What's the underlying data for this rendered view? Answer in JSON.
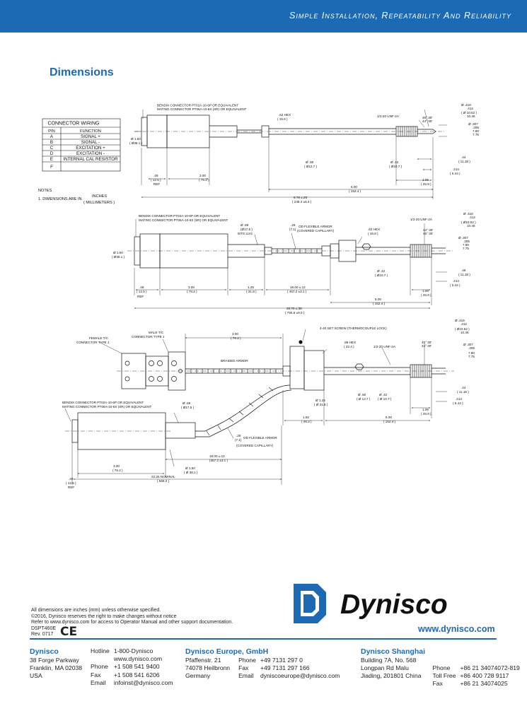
{
  "header": {
    "tagline": "Simple Installation, Repeatability And Reliability"
  },
  "title": "Dimensions",
  "wiring": {
    "title": "CONNECTOR WIRING",
    "col_pin": "PIN",
    "col_function": "FUNCTION",
    "rows": [
      [
        "A",
        "SIGNAL +"
      ],
      [
        "B",
        "SIGNAL -"
      ],
      [
        "C",
        "EXCITATION +"
      ],
      [
        "D",
        "EXCITATION -"
      ],
      [
        "E",
        "INTERNAL CAL RESISTOR"
      ],
      [
        "F",
        ""
      ]
    ]
  },
  "diagram_notes": {
    "heading": "NOTES",
    "line": "1. DIMENSIONS ARE IN",
    "unit_top": "INCHES",
    "unit_bottom": "( MILLIMETERS )"
  },
  "d1": {
    "connector": "BENDIX CONNECTOR  PT02A-10-6P OR EQUIVALENT",
    "mating": "MATING CONNECTOR  PT06A-10-6S (SR) OR EQUIVALENT",
    "hex": ".62 HEX",
    "hex_mm": "( 15.6 )",
    "thread": "1/2-20 UNF-2A",
    "angle1": "45° 30'",
    "angle2": "44° 30'",
    "tipdia": "Ø .416",
    "tipdia2": ".412",
    "tipdia_mm": "( Ø 10.52 )",
    "tipdia_mm2": "10.46",
    "tipdia3": "Ø .307",
    "tipdia3b": ".305",
    "tipdia3_mm": "7.80",
    "tipdia3_mm2": "7.75",
    "body": "Ø 1.50",
    "body_mm": "( Ø38.1 )",
    "stem": "Ø .50",
    "stem_mm": "( Ø12.7 )",
    "stem2": "Ø .42",
    "stem2_mm": "( Ø10.7 )",
    "d44": ".44",
    "d44_mm": "( 11.18 )",
    "d214": ".214",
    "d214_mm": "( 5.44 )",
    "d106": "1.06",
    "d106_mm": "( 26.9 )",
    "d600": "6.00",
    "d600_mm": "( 152.4 )",
    "d978": "9.78 ±.25",
    "d978_mm": "( 248.4 ±6.4 )",
    "d300": "3.00",
    "d300_mm": "( 76.2 )",
    "d49": ".49",
    "d49_mm": "( 12.5 )",
    "ref": "REF"
  },
  "d2": {
    "connector": "BENDIX CONNECTOR  PT02A-10-6P OR EQUIVALENT",
    "mating": "MATING CONNECTOR  PT06A-10-6S (SR) OR EQUIVALENT",
    "lug": "Ø .69",
    "lug_mm": "(Ø17.5 )",
    "lug_label": "MTG LUG",
    "armor_d": ".28",
    "armor_mm": "(7.1)",
    "armor": "OD FLEXIBLE ARMOR",
    "capillary": "(COVERED CAPILLARY)",
    "hex": ".62 HEX",
    "hex_mm": "( 15.8 )",
    "thread": "1/2-20 UNF-2A",
    "angle1": "44° 30'",
    "angle2": "45° 30'",
    "tipdia": "Ø .416",
    "tipdia2": ".412",
    "tipdia_mm": "( Ø10.52 )",
    "tipdia_mm2": "10.46",
    "tipdia3": "Ø .307",
    "tipdia3b": ".305",
    "tipdia3_mm": "7.80",
    "tipdia3_mm2": "7.75",
    "body": "Ø 1.50",
    "body_mm": "( Ø38.1 )",
    "stem": "Ø .42",
    "stem_mm": "( Ø10.7 )",
    "d46": ".46",
    "d46_mm": "( 11.18 )",
    "d214": ".214",
    "d214_mm": "( 5.44 )",
    "d106": "1.06",
    "d106_mm": "( 26.9 )",
    "d600": "6.00",
    "d600_mm": "( 152.4 )",
    "d1800": "18.00 ±.12",
    "d1800_mm": "( 457.2 ±3.1 )",
    "d125": "1.25",
    "d125_mm": "( 31.8 )",
    "d2975": "29.75 ±.38",
    "d2975_mm": "( 755.6 ±9.0 )",
    "d300": "3.00",
    "d300_mm": "( 76.2 )",
    "d49": ".49",
    "d49_mm": "( 12.5 )",
    "ref": "REF"
  },
  "d3": {
    "female": "FEMALE T/C",
    "female2": "CONNECTOR TYPE J",
    "male": "MALE T/C",
    "male2": "CONNECTOR TYPE J",
    "braided": "BRAIDED ARMOR",
    "setscrew": "4-40 SET SCREW (THERMOCOUPLE LOCK)",
    "hex": ".88 HEX",
    "hex_mm": "( 22.4 )",
    "thread": "1/2-20 UNF-2A",
    "angle1": "45° 30'",
    "angle2": "44° 30'",
    "tipdia": "Ø .416",
    "tipdia2": ".412",
    "tipdia_mm": "( Ø10.52 )",
    "tipdia_mm2": "10.46",
    "tipdia3": "Ø .307",
    "tipdia3b": ".305",
    "tipdia3_mm": "7.80",
    "tipdia3_mm2": "7.75",
    "top300": "3.00",
    "top300_mm": "( 76.2 )",
    "d125": "Ø 1.25",
    "d125_mm": "( Ø 31.8 )",
    "d50": "Ø .50",
    "d50_mm": "( Ø 12.7 )",
    "d42": "Ø .42",
    "d42_mm": "( Ø 10.7 )",
    "d44": ".44",
    "d44_mm": "( 11.18 )",
    "d214": ".214",
    "d214_mm": "( 5.44 )",
    "d106": "1.06",
    "d106_mm": "( 26.9 )",
    "d182": "1.82",
    "d182_mm": "( 46.2 )",
    "d600": "6.00",
    "d600_mm": "( 152.4 )",
    "connector": "BENDIX CONNECTOR  PT02A-10-6P OR EQUIVALENT",
    "mating": "MATING CONNECTOR  PT06A-10-6S (SR) OR EQUIVALENT",
    "d69": "Ø .69",
    "d69_mm": "( Ø17.5 )",
    "armor_d": ".28",
    "armor_mm": "(7.1)",
    "armor": "OD FLEXIBLE ARMOR",
    "capillary": "(COVERED CAPILLARY)",
    "d1800": "18.00 ±.12",
    "d1800_mm": "(457.2 ±3.1 )",
    "d150": "Ø 1.50",
    "d150_mm": "( Ø 38.1 )",
    "d300": "3.00",
    "d300_mm": "( 76.2 )",
    "d2225": "22.25  NOMINAL",
    "d2225_mm": "( 565.2 )",
    "d49": ".49",
    "d49_mm": "( 12.5 )",
    "ref": "REF"
  },
  "footnotes": [
    "All dimensions are inches (mm) unless otherwise specified.",
    "©2016, Dynisco reserves the right to make changes without notice",
    "Refer to www.dynisco.com for access to Operator Manual and other support documentation.",
    "DSPT460E",
    "Rev. 0717"
  ],
  "ce_mark": "CE",
  "brand": {
    "name": "Dynisco",
    "url": "www.dynisco.com",
    "accent": "#1c6ab4"
  },
  "contacts": {
    "us": {
      "name": "Dynisco",
      "addr": [
        "38 Forge Parkway",
        "Franklin, MA 02038",
        "USA"
      ],
      "lines": [
        [
          "Hotline",
          "1-800-Dynisco"
        ],
        [
          "",
          "www.dynisco.com"
        ],
        [
          "Phone",
          "+1 508 541 9400"
        ],
        [
          "Fax",
          "+1 508 541 6206"
        ],
        [
          "Email",
          "infoinst@dynisco.com"
        ]
      ]
    },
    "eu": {
      "name": "Dynisco Europe, GmbH",
      "addr": [
        "Pfaffenstr. 21",
        "74078 Heilbronn",
        "Germany"
      ],
      "lines": [
        [
          "Phone",
          "+49 7131 297 0"
        ],
        [
          "Fax",
          "+49 7131 297 166"
        ],
        [
          "Email",
          "dyniscoeurope@dynisco.com"
        ]
      ]
    },
    "cn": {
      "name": "Dynisco Shanghai",
      "addr": [
        "Building 7A, No. 568",
        "Longpan Rd Malu",
        "Jiading, 201801 China"
      ],
      "lines": [
        [
          "Phone",
          "+86 21 34074072-819"
        ],
        [
          "Toll Free",
          "+86 400 728 9117"
        ],
        [
          "Fax",
          "+86 21 34074025"
        ]
      ]
    }
  }
}
